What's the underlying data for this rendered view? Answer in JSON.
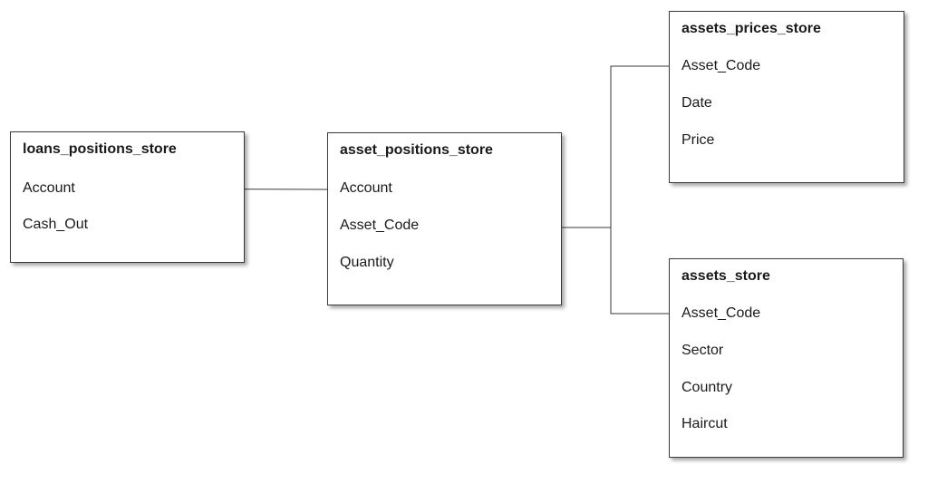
{
  "tables": {
    "loans_positions_store": {
      "title": "loans_positions_store",
      "fields": [
        "Account",
        "Cash_Out"
      ]
    },
    "asset_positions_store": {
      "title": "asset_positions_store",
      "fields": [
        "Account",
        "Asset_Code",
        "Quantity"
      ]
    },
    "assets_prices_store": {
      "title": "assets_prices_store",
      "fields": [
        "Asset_Code",
        "Date",
        "Price"
      ]
    },
    "assets_store": {
      "title": "assets_store",
      "fields": [
        "Asset_Code",
        "Sector",
        "Country",
        "Haircut"
      ]
    }
  },
  "relationships": [
    {
      "from": "loans_positions_store.Account",
      "to": "asset_positions_store.Account"
    },
    {
      "from": "asset_positions_store.Asset_Code",
      "to": "assets_prices_store.Asset_Code"
    },
    {
      "from": "asset_positions_store.Asset_Code",
      "to": "assets_store.Asset_Code"
    }
  ]
}
